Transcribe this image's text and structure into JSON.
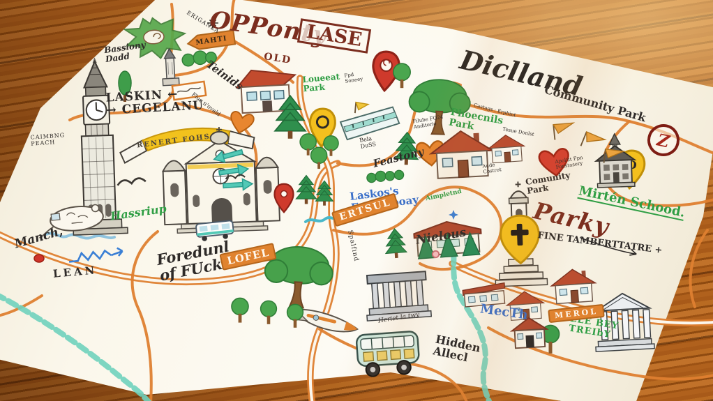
{
  "map": {
    "title_main": "OPPonty",
    "title_old": "OLD",
    "title_boxed": "LASE",
    "region_title": "Diclland"
  },
  "labels": {
    "community_park_top": "Community Park",
    "phoecnils_park": "Phoecnils\nPark",
    "castags": "Castags : Erphint",
    "tesue": "Tesue Donlst",
    "laskin": "LASKIN  ←\n→ CEGELANU",
    "teinids": "Teinids",
    "flue": "Flue n'ovald",
    "banner": "RENERT FOHS",
    "caimbng": "CAIMBNG\nPEACH",
    "hassriup": "Hassriup",
    "march": "Manch,",
    "lean": "LEAN",
    "foredunl": "Foredunl\nof FUck",
    "laskos": "Laskos's\nEstunapoay",
    "feastony": "Feastony",
    "bela": "Bela\nDuSS",
    "filube": "Filube FQ24\nAnditorio",
    "aimpletnd": "Aimpletnd",
    "nielous": "Nielous",
    "apolst": "Apol'st Fpn\nFonstasery",
    "community_park_small": "Comunity\nPark",
    "mirten": "Mirtén Schood.",
    "parky": "Parky",
    "fine": "FINE TAMBERTTATRE +",
    "mecth": "MecTh",
    "llebey": "LLE BEY\nTREIbY",
    "hidden": "Hidden\nAllecl",
    "heriet": "Heriet la twy",
    "bassiony": "Bassiony\nDadd",
    "eriganla": "ERIGANLA",
    "fpd": "Fpd\nSoneey",
    "loueeat": "Loueeat\nPark",
    "aude": "Aude\nCostrot",
    "spalfind": "Spalfind"
  },
  "signs": {
    "lofel": "LOFEL",
    "ertsul": "ERTSUL",
    "merol": "MEROL",
    "arrow_sign": "MAHTI"
  },
  "badges": {
    "z": "Z",
    "pin_d": "D"
  },
  "colors": {
    "road": "#de8030",
    "ink": "#2e2a28",
    "green_marker": "#2f9e44",
    "blue_marker": "#3a6fc9",
    "dark_red": "#7b2d1e",
    "teal": "#6fd1bd",
    "yellow": "#f4c01e",
    "red": "#cf3a2c",
    "wood": "#a85a19",
    "paper": "#fbf7eb"
  },
  "icons": [
    "clock-tower",
    "cathedral",
    "ribbon-banner",
    "map-pin",
    "heart-pin",
    "pine-tree",
    "round-tree",
    "big-tree",
    "bus",
    "rocket",
    "museum",
    "bank",
    "school",
    "church-tower-cross-pin",
    "house",
    "rowhouse",
    "pennant-flag",
    "teal-chevron-arrow",
    "zigzag-arrow",
    "bird",
    "green-splat",
    "compass-star",
    "trolley",
    "river",
    "dashed-path",
    "mouse-doodle"
  ]
}
